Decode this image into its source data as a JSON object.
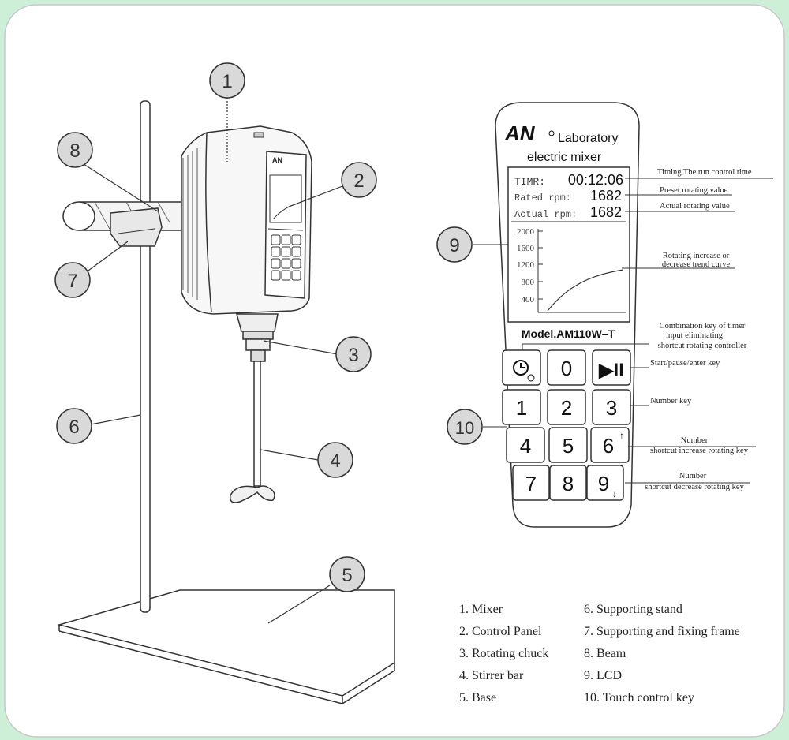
{
  "brand": {
    "logo_text": "AN",
    "line1": "Laboratory",
    "line2": "electric mixer"
  },
  "lcd": {
    "timer_label": "TIMR:",
    "timer_value": "00:12:06",
    "rated_label": "Rated rpm:",
    "rated_value": "1682",
    "actual_label": "Actual rpm:",
    "actual_value": "1682",
    "y_ticks": [
      "2000",
      "1600",
      "1200",
      "800",
      "400"
    ]
  },
  "model": "Model.AM110W–T",
  "keys": {
    "zero": "0",
    "play_pause": "▶II",
    "n1": "1",
    "n2": "2",
    "n3": "3",
    "n4": "4",
    "n5": "5",
    "n6": "6",
    "n7": "7",
    "n8": "8",
    "n9": "9",
    "up_arrow": "↑",
    "down_arrow": "↓"
  },
  "annotations": {
    "timing": "Timing The run control time",
    "preset": "Preset rotating value",
    "actual": "Actual rotating value",
    "trend_1": "Rotating increase or",
    "trend_2": "decrease trend curve",
    "combo_1": "Combination key of timer",
    "combo_2": "input eliminating",
    "combo_3": "shortcut rotating controller",
    "start": "Start/pause/enter key",
    "number": "Number key",
    "inc_1": "Number",
    "inc_2": "shortcut increase rotating key",
    "dec_1": "Number",
    "dec_2": "shortcut decrease rotating key"
  },
  "callouts": [
    "1",
    "2",
    "3",
    "4",
    "5",
    "6",
    "7",
    "8",
    "9",
    "10"
  ],
  "legend": {
    "left": [
      "1. Mixer",
      "2. Control Panel",
      "3. Rotating chuck",
      "4. Stirrer bar",
      "5. Base"
    ],
    "right": [
      "6. Supporting stand",
      "7. Supporting and fixing frame",
      "8. Beam",
      "9. LCD",
      "10. Touch control key"
    ]
  },
  "colors": {
    "frame_bg": "#cdeed7",
    "panel_bg": "#ffffff",
    "line": "#333333",
    "callout_fill": "#d9d9d9"
  }
}
